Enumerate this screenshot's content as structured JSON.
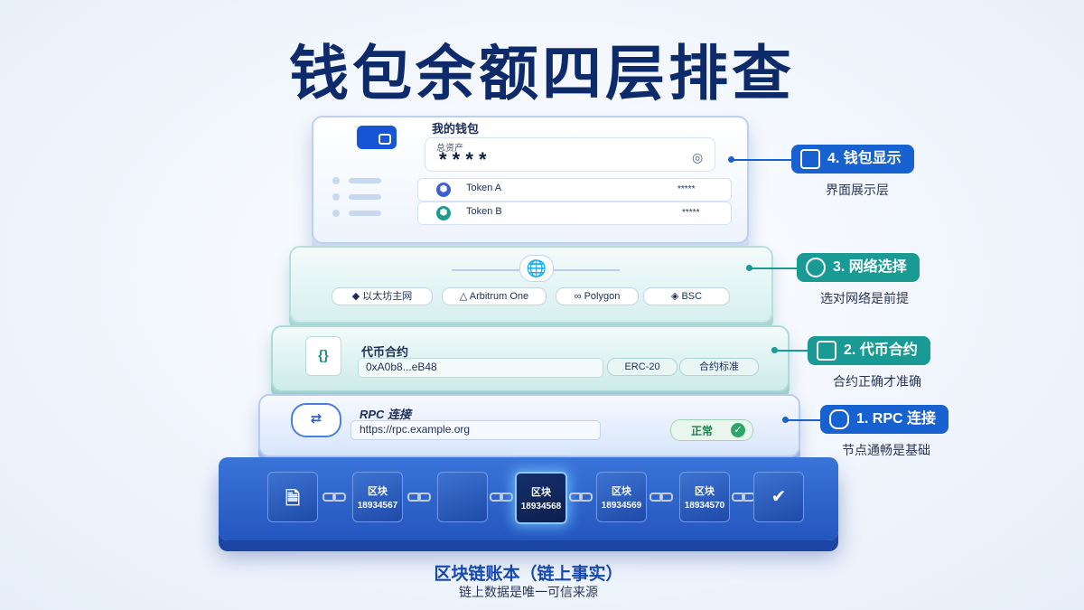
{
  "title": "钱包余额四层排查",
  "wallet_layer": {
    "header": "我的钱包",
    "asset_label": "总资产",
    "asset_value": "* * * *",
    "tokens": [
      {
        "name": "Token A",
        "value": "*****"
      },
      {
        "name": "Token B",
        "value": "*****"
      }
    ]
  },
  "network_layer": {
    "networks": [
      "以太坊主网",
      "Arbitrum One",
      "Polygon",
      "BSC"
    ]
  },
  "token_layer": {
    "header": "代币合约",
    "address": "0xA0b8...eB48",
    "standard": "ERC-20",
    "standard_label": "合约标准"
  },
  "rpc_layer": {
    "header": "RPC 连接",
    "url": "https://rpc.example.org",
    "status": "正常"
  },
  "chain_layer": {
    "blocks": [
      {
        "label": "区块",
        "number": "18934567"
      },
      {
        "label": "区块",
        "number": "18934568"
      },
      {
        "label": "区块",
        "number": "18934569"
      },
      {
        "label": "区块",
        "number": "18934570"
      }
    ],
    "title": "区块链账本（链上事实）",
    "subtitle": "链上数据是唯一可信来源"
  },
  "labels": [
    {
      "tag": "4. 钱包显示",
      "sub": "界面展示层",
      "color": "#1761d0"
    },
    {
      "tag": "3. 网络选择",
      "sub": "选对网络是前提",
      "color": "#1a9a95"
    },
    {
      "tag": "2. 代币合约",
      "sub": "合约正确才准确",
      "color": "#1a9a95"
    },
    {
      "tag": "1. RPC 连接",
      "sub": "节点通畅是基础",
      "color": "#1761d0"
    }
  ]
}
